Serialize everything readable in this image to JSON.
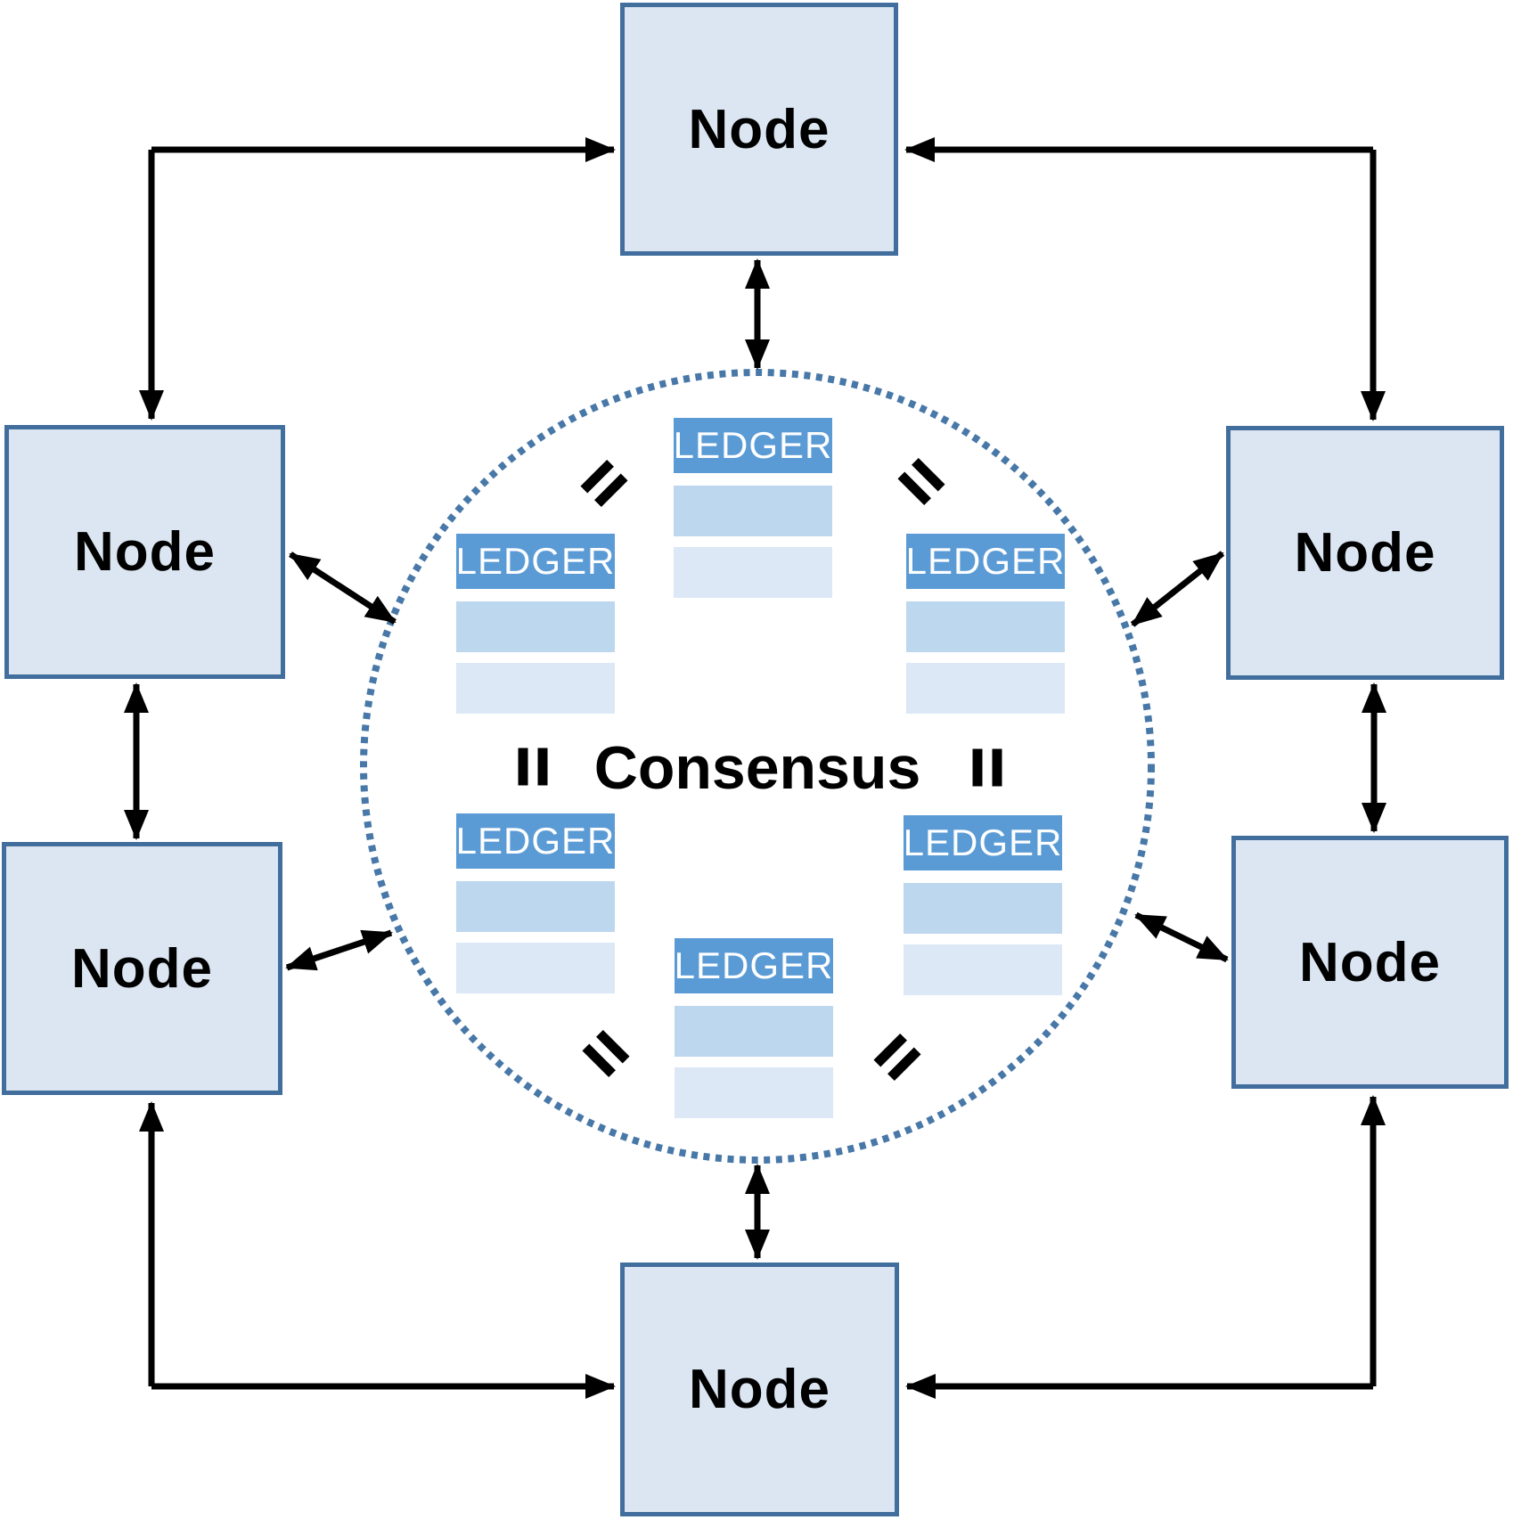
{
  "diagram": {
    "type": "blockchain-consensus-network",
    "center": {
      "label": "Consensus"
    },
    "nodes": [
      {
        "id": "top",
        "label": "Node"
      },
      {
        "id": "upper-left",
        "label": "Node"
      },
      {
        "id": "upper-right",
        "label": "Node"
      },
      {
        "id": "lower-left",
        "label": "Node"
      },
      {
        "id": "lower-right",
        "label": "Node"
      },
      {
        "id": "bottom",
        "label": "Node"
      }
    ],
    "ledgers": [
      {
        "position": "top",
        "header": "LEDGER",
        "rows": 2
      },
      {
        "position": "upper-left",
        "header": "LEDGER",
        "rows": 2
      },
      {
        "position": "upper-right",
        "header": "LEDGER",
        "rows": 2
      },
      {
        "position": "lower-left",
        "header": "LEDGER",
        "rows": 2
      },
      {
        "position": "lower-right",
        "header": "LEDGER",
        "rows": 2
      },
      {
        "position": "bottom",
        "header": "LEDGER",
        "rows": 2
      }
    ],
    "icons": {
      "equals": "double-bar equals sign rotated between adjacent ledgers (6 total)",
      "arrows": "black single and double headed connector arrows",
      "boundary": "dotted circle around consensus area"
    },
    "colors": {
      "node_fill": "#dbe6f2",
      "node_border": "#426e9d",
      "ledger_header": "#5b9bd5",
      "ledger_row_medium": "#bdd7ee",
      "ledger_row_light": "#dce8f5",
      "circle_dot": "#4878a8",
      "ledger_text": "#ffffff",
      "arrow": "#000000",
      "text": "#000000"
    }
  }
}
